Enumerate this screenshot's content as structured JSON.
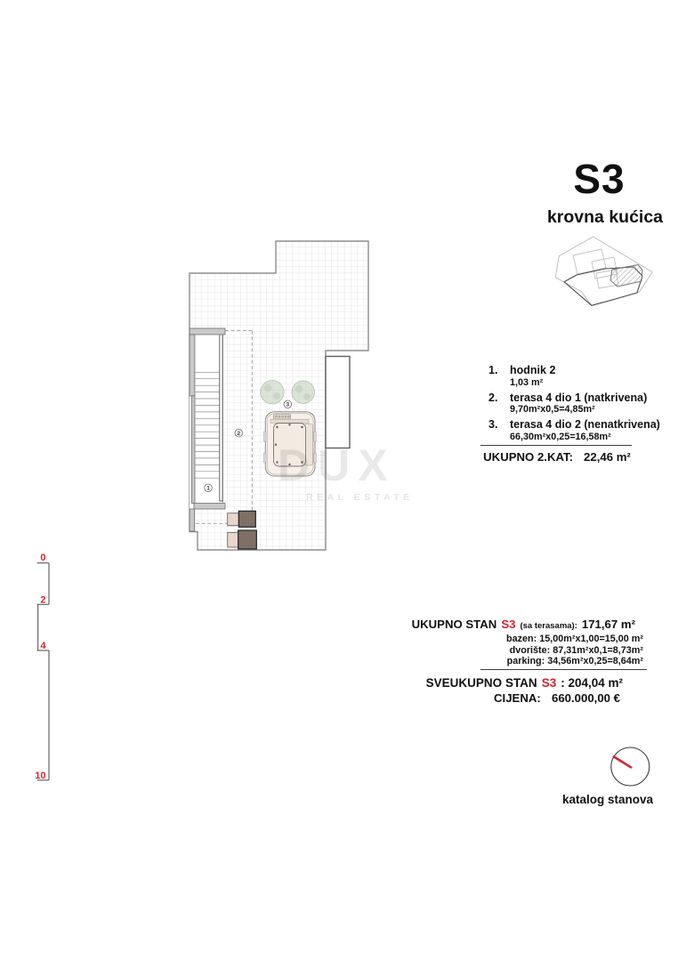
{
  "header": {
    "unit_code": "S3",
    "unit_type": "krovna kućica"
  },
  "legend": {
    "items": [
      {
        "num": "1.",
        "name": "hodnik 2",
        "calc": "1,03 m²"
      },
      {
        "num": "2.",
        "name": "terasa 4 dio 1 (natkrivena)",
        "calc": "9,70m²x0,5=4,85m²"
      },
      {
        "num": "3.",
        "name": "terasa 4 dio 2 (nenatkrivena)",
        "calc": "66,30m²x0,25=16,58m²"
      }
    ],
    "total_label": "UKUPNO 2.KAT:",
    "total_value": "22,46 m²"
  },
  "summary": {
    "total_label": "UKUPNO STAN",
    "unit_code": "S3",
    "total_note": "(sa terasama):",
    "total_value": "171,67 m²",
    "details": [
      "bazen: 15,00m²x1,00=15,00 m²",
      "dvorište: 87,31m²x0,1=8,73m²",
      "parking: 34,56m²x0,25=8,64m²"
    ],
    "grand_total_label": "SVEUKUPNO STAN",
    "grand_unit_code": "S3",
    "grand_total_rest": ": 204,04 m²",
    "price_label": "CIJENA:",
    "price_value": "660.000,00 €"
  },
  "plan": {
    "room_labels": [
      "1",
      "2",
      "3"
    ]
  },
  "scalebar": {
    "ticks": [
      "0",
      "2",
      "4",
      "10"
    ]
  },
  "watermark": {
    "brand": "DUX",
    "tagline": "REAL ESTATE"
  },
  "footer": {
    "catalog_label": "katalog stanova"
  },
  "colors": {
    "accent_red": "#d5232b",
    "wall_gray": "#c9c9c9"
  }
}
